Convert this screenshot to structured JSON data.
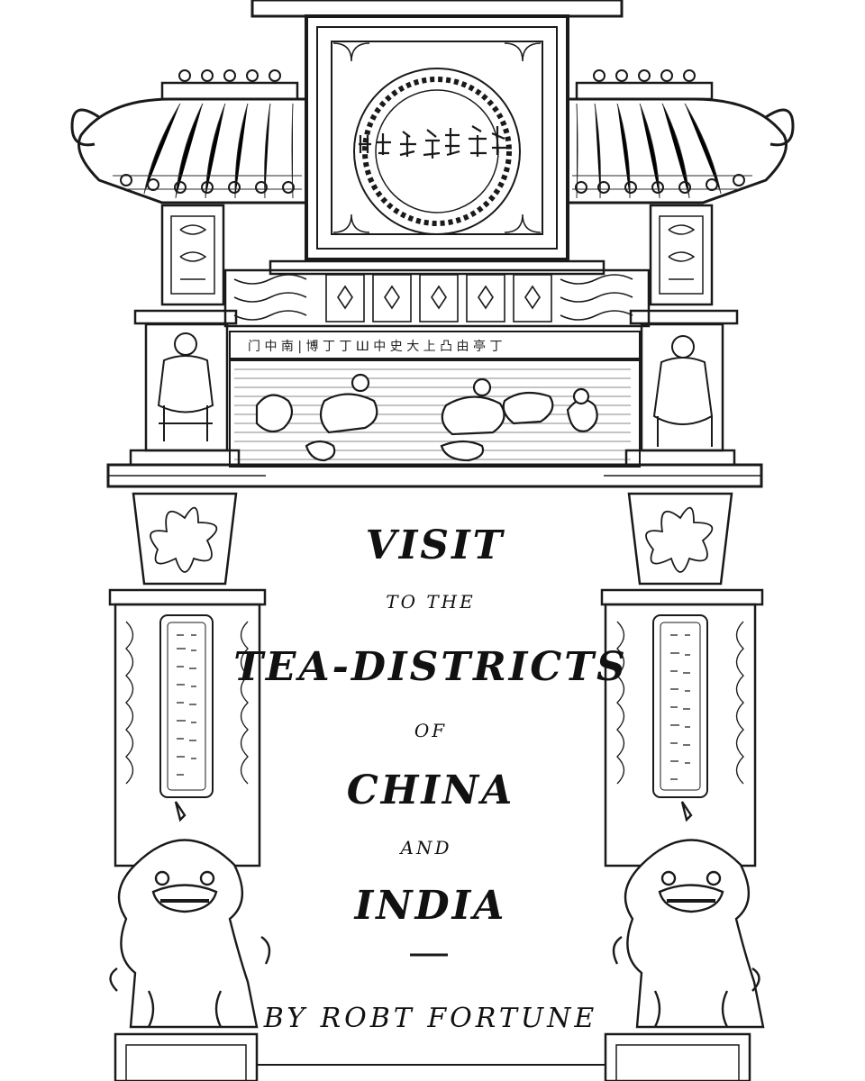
{
  "title": {
    "line1": "VISIT",
    "line2": "TO THE",
    "line3": "TEA-DISTRICTS",
    "line4": "OF",
    "line5": "CHINA",
    "line6": "AND",
    "line7": "INDIA"
  },
  "author": "BY ROBT FORTUNE",
  "colors": {
    "ink": "#1a1a1a",
    "paper": "#ffffff"
  },
  "icons": {
    "roof": "pagoda-roof-icon",
    "lion": "guardian-lion-icon",
    "figure": "seated-figure-icon",
    "plaque": "inscribed-plaque-icon"
  }
}
